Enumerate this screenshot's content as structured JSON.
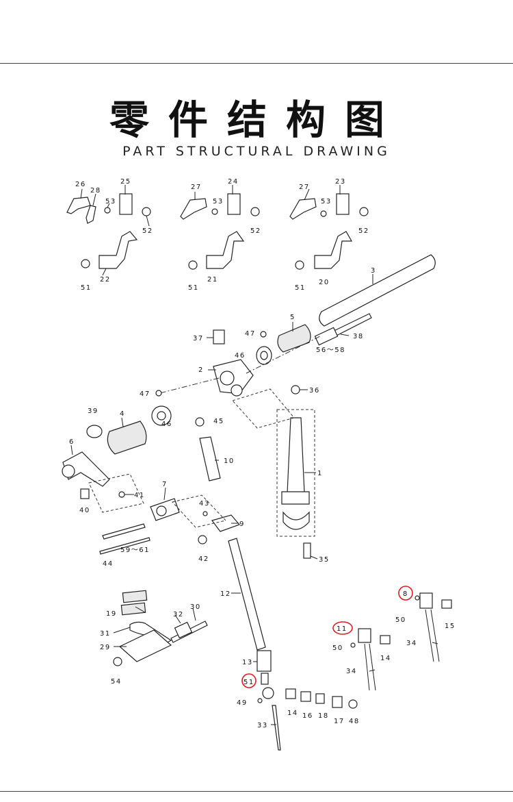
{
  "title_cn": "零件结构图",
  "title_en": "PART STRUCTURAL DRAWING",
  "part_labels": {
    "p1": "1",
    "p2": "2",
    "p3": "3",
    "p4": "4",
    "p5": "5",
    "p6": "6",
    "p7": "7",
    "p8": "8",
    "p9": "9",
    "p10": "10",
    "p11": "11",
    "p12": "12",
    "p13": "13",
    "p14a": "14",
    "p14b": "14",
    "p15": "15",
    "p16": "16",
    "p17": "17",
    "p18": "18",
    "p19": "19",
    "p20": "20",
    "p21": "21",
    "p22": "22",
    "p23": "23",
    "p24": "24",
    "p25": "25",
    "p26": "26",
    "p27a": "27",
    "p27b": "27",
    "p28": "28",
    "p29": "29",
    "p30": "30",
    "p31": "31",
    "p32": "32",
    "p33": "33",
    "p34a": "34",
    "p34b": "34",
    "p35": "35",
    "p36": "36",
    "p37": "37",
    "p38": "38",
    "p39": "39",
    "p40": "40",
    "p41": "41",
    "p42": "42",
    "p43": "43",
    "p44": "44",
    "p45": "45",
    "p46a": "46",
    "p46b": "46",
    "p47a": "47",
    "p47b": "47",
    "p48": "48",
    "p49": "49",
    "p50a": "50",
    "p50b": "50",
    "p51a": "51",
    "p51b": "51",
    "p51c": "51",
    "p51d": "51",
    "p52a": "52",
    "p52b": "52",
    "p52c": "52",
    "p53a": "53",
    "p53b": "53",
    "p53c": "53",
    "p54": "54",
    "p56": "56～58",
    "p59": "59～61"
  },
  "highlight_color": "#e01b1b"
}
